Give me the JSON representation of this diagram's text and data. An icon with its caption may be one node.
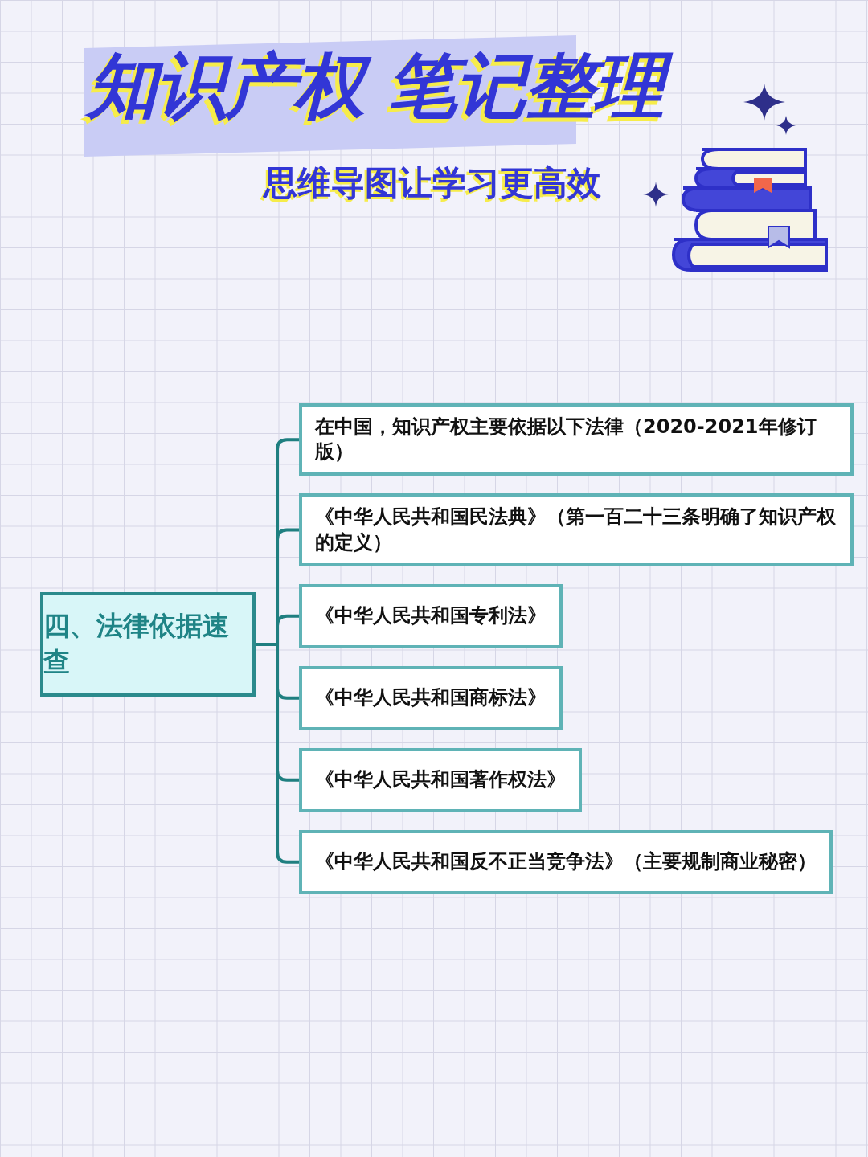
{
  "diagram": {
    "title": "知识产权 笔记整理",
    "nodes": [
      {
        "text": [
          "四、法律依据速查"
        ]
      },
      {
        "text": [
          "在中国，知识产权主要依据以下法律（2020-2021年修订版）"
        ]
      },
      {
        "text": [
          "《中华人民共和国民法典》（第一百二十三条明确了知识产权的定义）"
        ]
      },
      {
        "text": [
          "《中华人民共和国专利法》"
        ]
      },
      {
        "text": [
          "《中华人民共和国商标法》"
        ]
      },
      {
        "text": [
          "《中华人民共和国著作权法》"
        ]
      },
      {
        "text": [
          "《中华人民共和国反不正当竞争法》（主要规制商业秘密）"
        ]
      }
    ],
    "edges": [
      {
        "from": 0,
        "to": 1,
        "arrow": "none"
      },
      {
        "from": 0,
        "to": 2,
        "arrow": "none"
      },
      {
        "from": 0,
        "to": 3,
        "arrow": "none"
      },
      {
        "from": 0,
        "to": 4,
        "arrow": "none"
      },
      {
        "from": 0,
        "to": 5,
        "arrow": "none"
      },
      {
        "from": 0,
        "to": 6,
        "arrow": "none"
      }
    ],
    "labels": [
      "思维导图让学习更高效"
    ]
  }
}
